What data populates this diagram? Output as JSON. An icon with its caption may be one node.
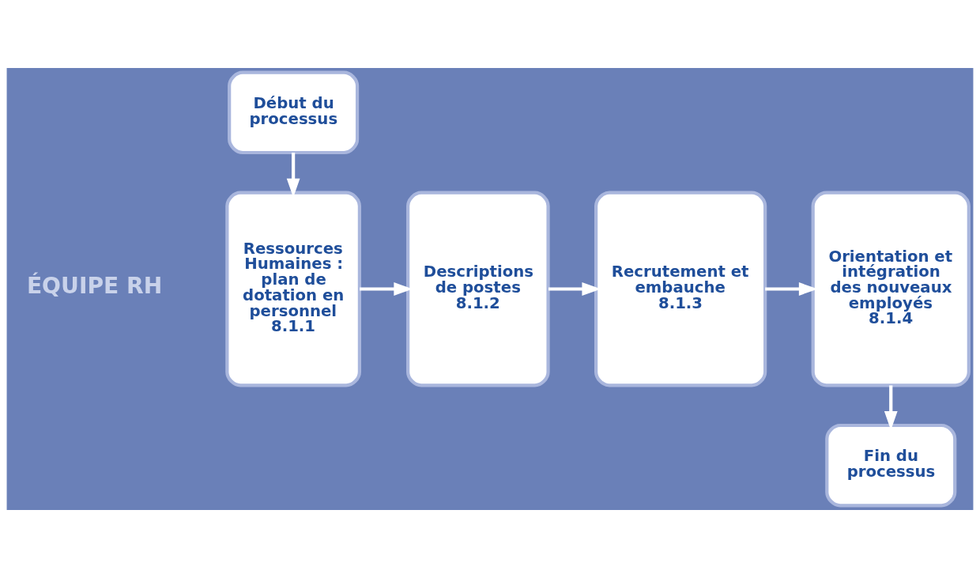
{
  "diagram": {
    "nodes": [
      {
        "text": [
          "Début du processus"
        ]
      },
      {
        "text": [
          "Ressources Humaines : plan de dotation en personnel",
          "8.1.1"
        ]
      },
      {
        "text": [
          "Descriptions de postes",
          "8.1.2"
        ]
      },
      {
        "text": [
          "Recrutement et embauche",
          "8.1.3"
        ]
      },
      {
        "text": [
          "Orientation et intégration des nouveaux employés",
          "8.1.4"
        ]
      },
      {
        "text": [
          "Fin du processus"
        ]
      }
    ],
    "edges": [
      {
        "from": 0,
        "to": 1,
        "arrow": "to"
      },
      {
        "from": 1,
        "to": 2,
        "arrow": "to"
      },
      {
        "from": 2,
        "to": 3,
        "arrow": "to"
      },
      {
        "from": 3,
        "to": 4,
        "arrow": "to"
      },
      {
        "from": 4,
        "to": 5,
        "arrow": "to"
      }
    ],
    "labels": [
      "ÉQUIPE RH"
    ]
  }
}
